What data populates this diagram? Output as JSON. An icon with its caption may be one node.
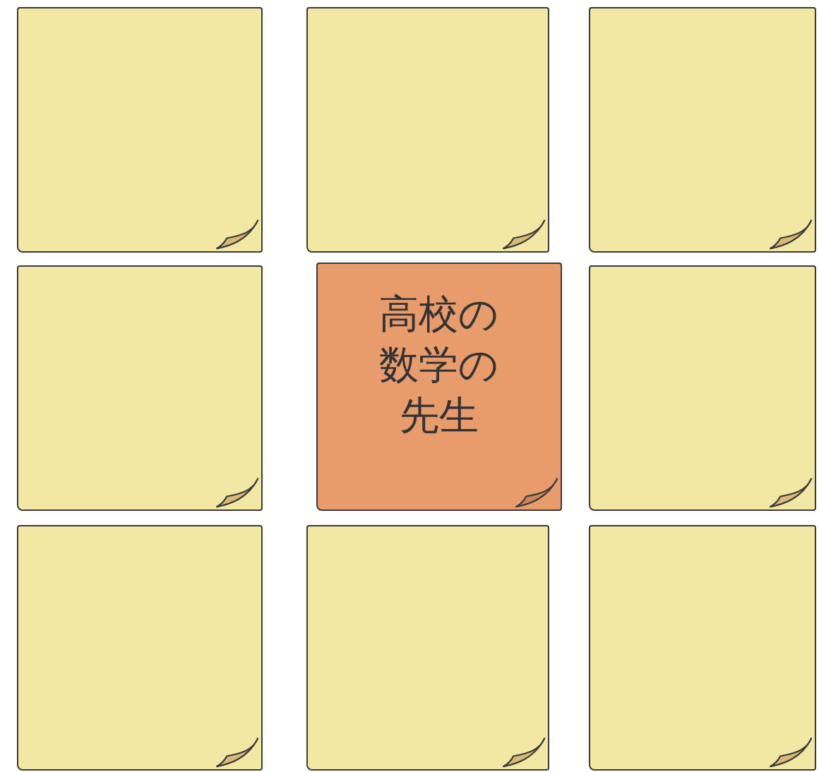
{
  "diagram": {
    "nodes": [
      {
        "text": [],
        "shape": "note"
      },
      {
        "text": [],
        "shape": "note"
      },
      {
        "text": [],
        "shape": "note"
      },
      {
        "text": [],
        "shape": "note"
      },
      {
        "text": [
          "高校の数学の先生"
        ]
      },
      {
        "text": [],
        "shape": "note"
      },
      {
        "text": [],
        "shape": "note"
      },
      {
        "text": [],
        "shape": "note"
      },
      {
        "text": [],
        "shape": "note"
      }
    ]
  }
}
